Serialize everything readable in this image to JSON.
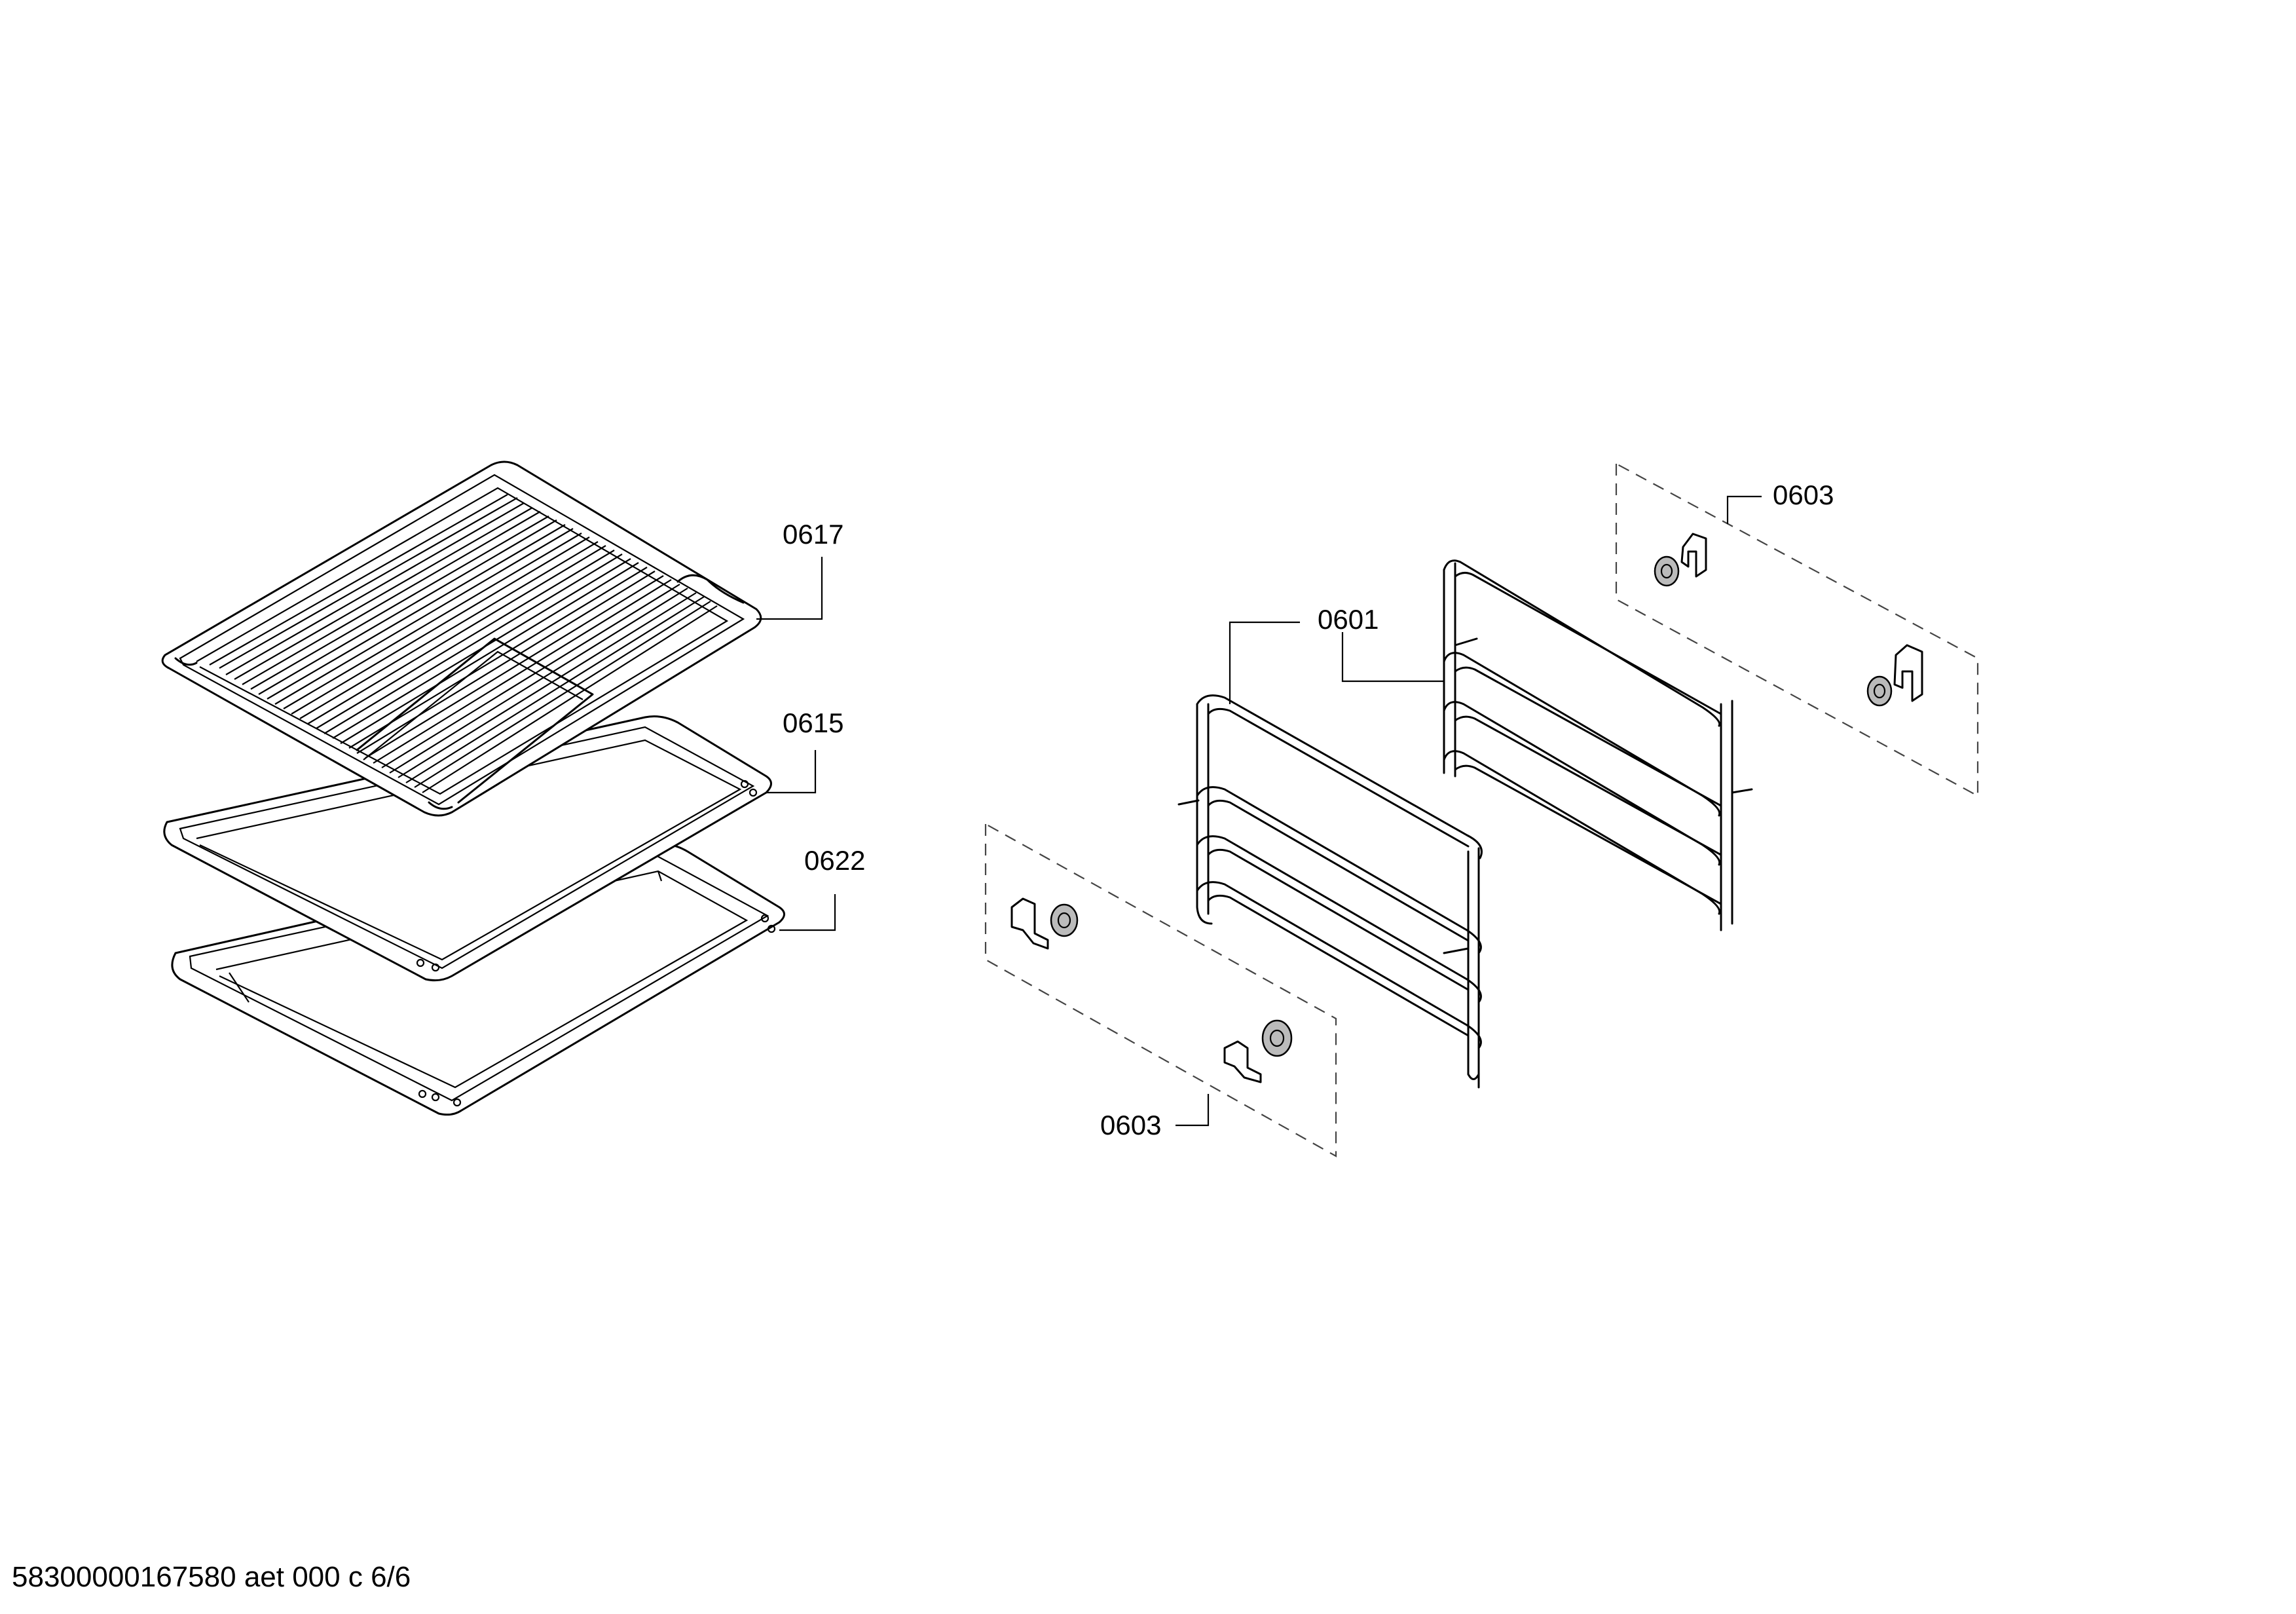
{
  "callouts": {
    "grid": "0617",
    "tray": "0615",
    "pan": "0622",
    "rail": "0601",
    "clips_top": "0603",
    "clips_bottom": "0603"
  },
  "footer": {
    "doc_id": "58300000167580 aet 000 c 6/6"
  }
}
